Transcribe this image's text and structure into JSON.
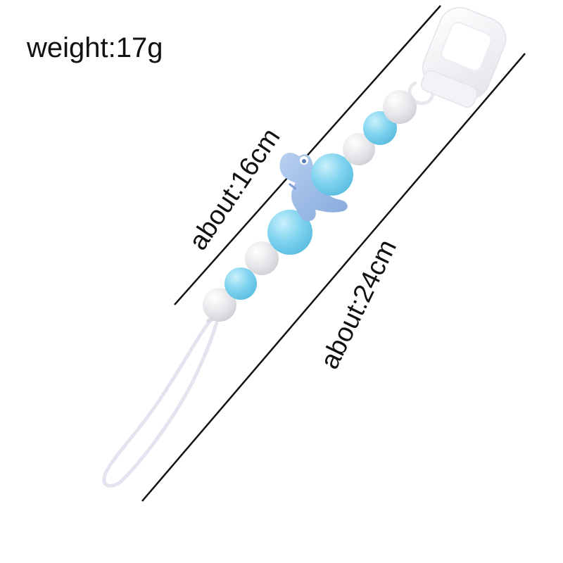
{
  "labels": {
    "weight": "weight:17g",
    "short_length": "about:16cm",
    "long_length": "about:24cm"
  },
  "product": {
    "type": "pacifier-clip",
    "bead_colors": {
      "light_blue": "#7fd3ef",
      "light_gray": "#e6e6ea",
      "dino_blue": "#9bbbe6",
      "clip_white": "#f6f6f8",
      "cord": "#e4e4f0"
    }
  },
  "colors": {
    "text": "#111111",
    "measure_line": "#111111",
    "background": "#ffffff"
  }
}
